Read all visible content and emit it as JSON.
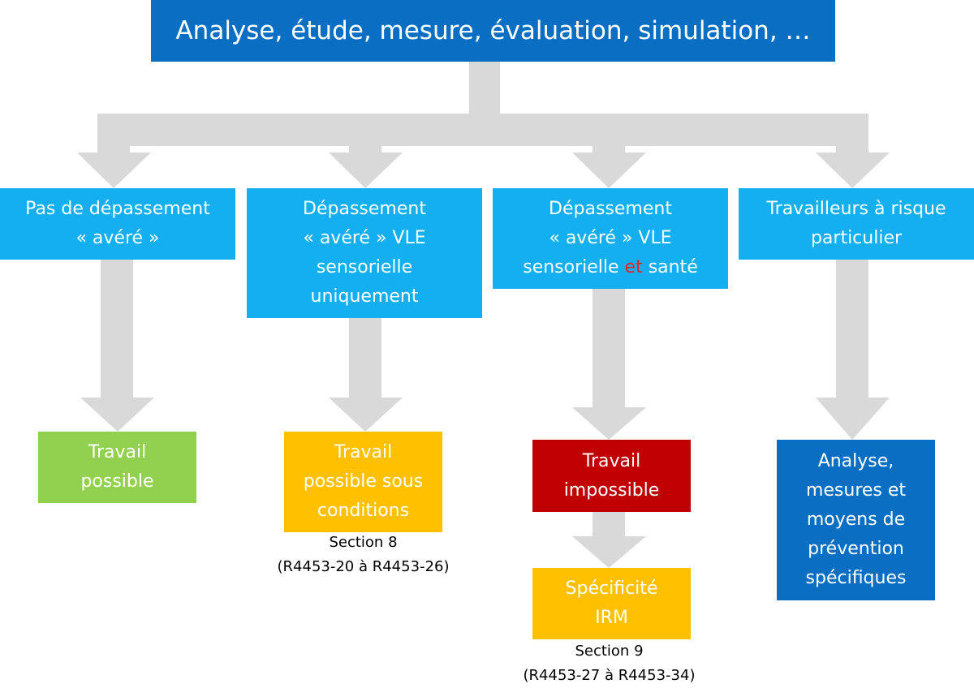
{
  "header": {
    "title": "Analyse, étude, mesure, évaluation, simulation, …"
  },
  "categories": [
    {
      "lines": [
        "Pas de dépassement",
        "« avéré »"
      ]
    },
    {
      "lines": [
        "Dépassement",
        "« avéré » VLE",
        "sensorielle",
        "uniquement"
      ]
    },
    {
      "lines": [
        "Dépassement",
        "« avéré » VLE"
      ],
      "line3_before": "sensorielle ",
      "line3_highlight": "et",
      "line3_after": " santé"
    },
    {
      "lines": [
        "Travailleurs à risque",
        "particulier"
      ]
    }
  ],
  "outcomes": [
    {
      "lines": [
        "Travail",
        "possible"
      ]
    },
    {
      "lines": [
        "Travail",
        "possible sous",
        "conditions"
      ]
    },
    {
      "lines": [
        "Travail",
        "impossible"
      ]
    },
    {
      "lines": [
        "Analyse,",
        "mesures et",
        "moyens de",
        "prévention",
        "spécifiques"
      ]
    }
  ],
  "sub_outcome": {
    "lines": [
      "Spécificité",
      "IRM"
    ]
  },
  "references": [
    {
      "lines": [
        "Section 8",
        "(R4453-20 à R4453-26)"
      ]
    },
    {
      "lines": [
        "Section 9",
        "(R4453-27 à R4453-34)"
      ]
    }
  ],
  "colors": {
    "header_bg": "#0a6fc2",
    "category_bg": "#13aff0",
    "possible": "#92d050",
    "conditional": "#ffc000",
    "impossible": "#c00000",
    "specific": "#0a6fc2",
    "arrows": "#d9d9d9",
    "highlight": "#e8222a"
  }
}
